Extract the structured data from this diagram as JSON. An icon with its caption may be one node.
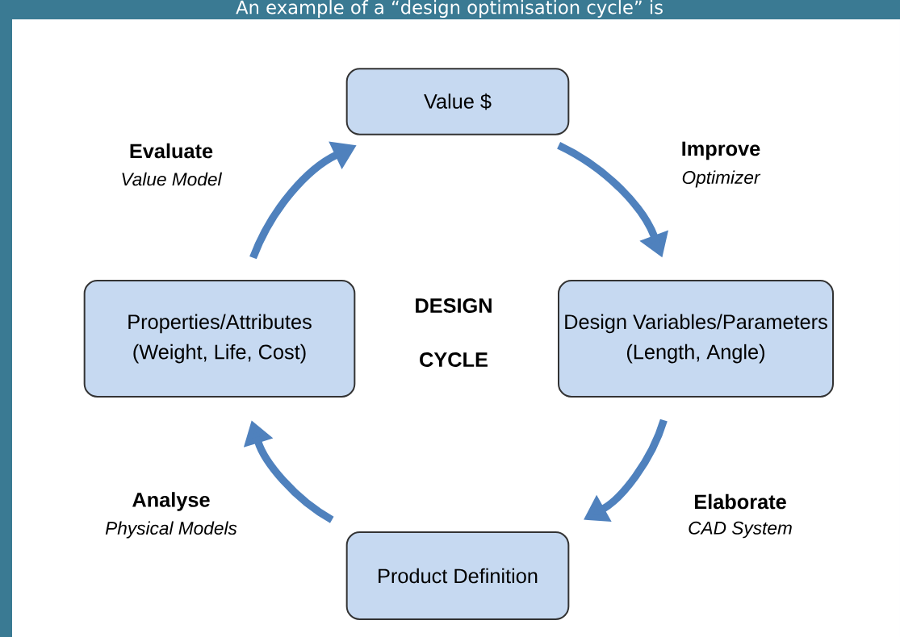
{
  "diagram": {
    "title": "An example of a “design optimisation cycle” is",
    "nodes": [
      {
        "text": [
          "Value $"
        ]
      },
      {
        "text": [
          "Design Variables/Parameters",
          "(Length, Angle)"
        ]
      },
      {
        "text": [
          "Product Definition"
        ]
      },
      {
        "text": [
          "Properties/Attributes",
          "(Weight, Life, Cost)"
        ]
      }
    ],
    "edges": [
      {
        "from": 0,
        "to": 1,
        "arrow": "to"
      },
      {
        "from": 1,
        "to": 2,
        "arrow": "to"
      },
      {
        "from": 2,
        "to": 3,
        "arrow": "to"
      },
      {
        "from": 3,
        "to": 0,
        "arrow": "to"
      }
    ],
    "labels": [
      "Evaluate",
      "Value Model",
      "Improve",
      "Optimizer",
      "DESIGN",
      "CYCLE",
      "Analyse",
      "Physical Models",
      "Elaborate",
      "CAD System"
    ]
  }
}
